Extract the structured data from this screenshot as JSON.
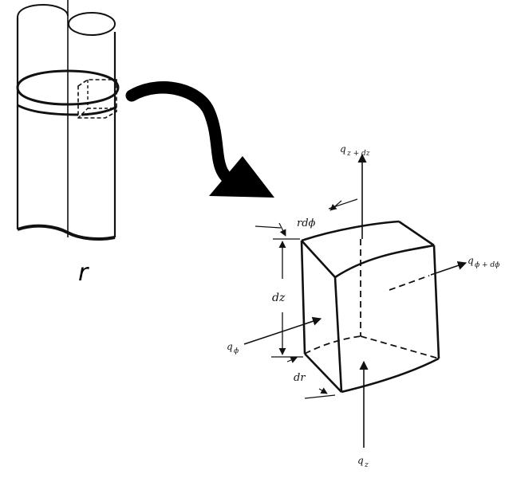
{
  "labels": {
    "cylinder_radius": "r",
    "q_z_dz_main": "q",
    "q_z_dz_sub": "z + dz",
    "r_dphi": "rdϕ",
    "q_phi_dphi_main": "q",
    "q_phi_dphi_sub": "ϕ + dϕ",
    "dz": "dz",
    "q_phi_main": "q",
    "q_phi_sub": "ϕ",
    "dr": "dr",
    "q_z_main": "q",
    "q_z_sub": "z"
  },
  "colors": {
    "ink": "#111111",
    "background": "#ffffff"
  }
}
